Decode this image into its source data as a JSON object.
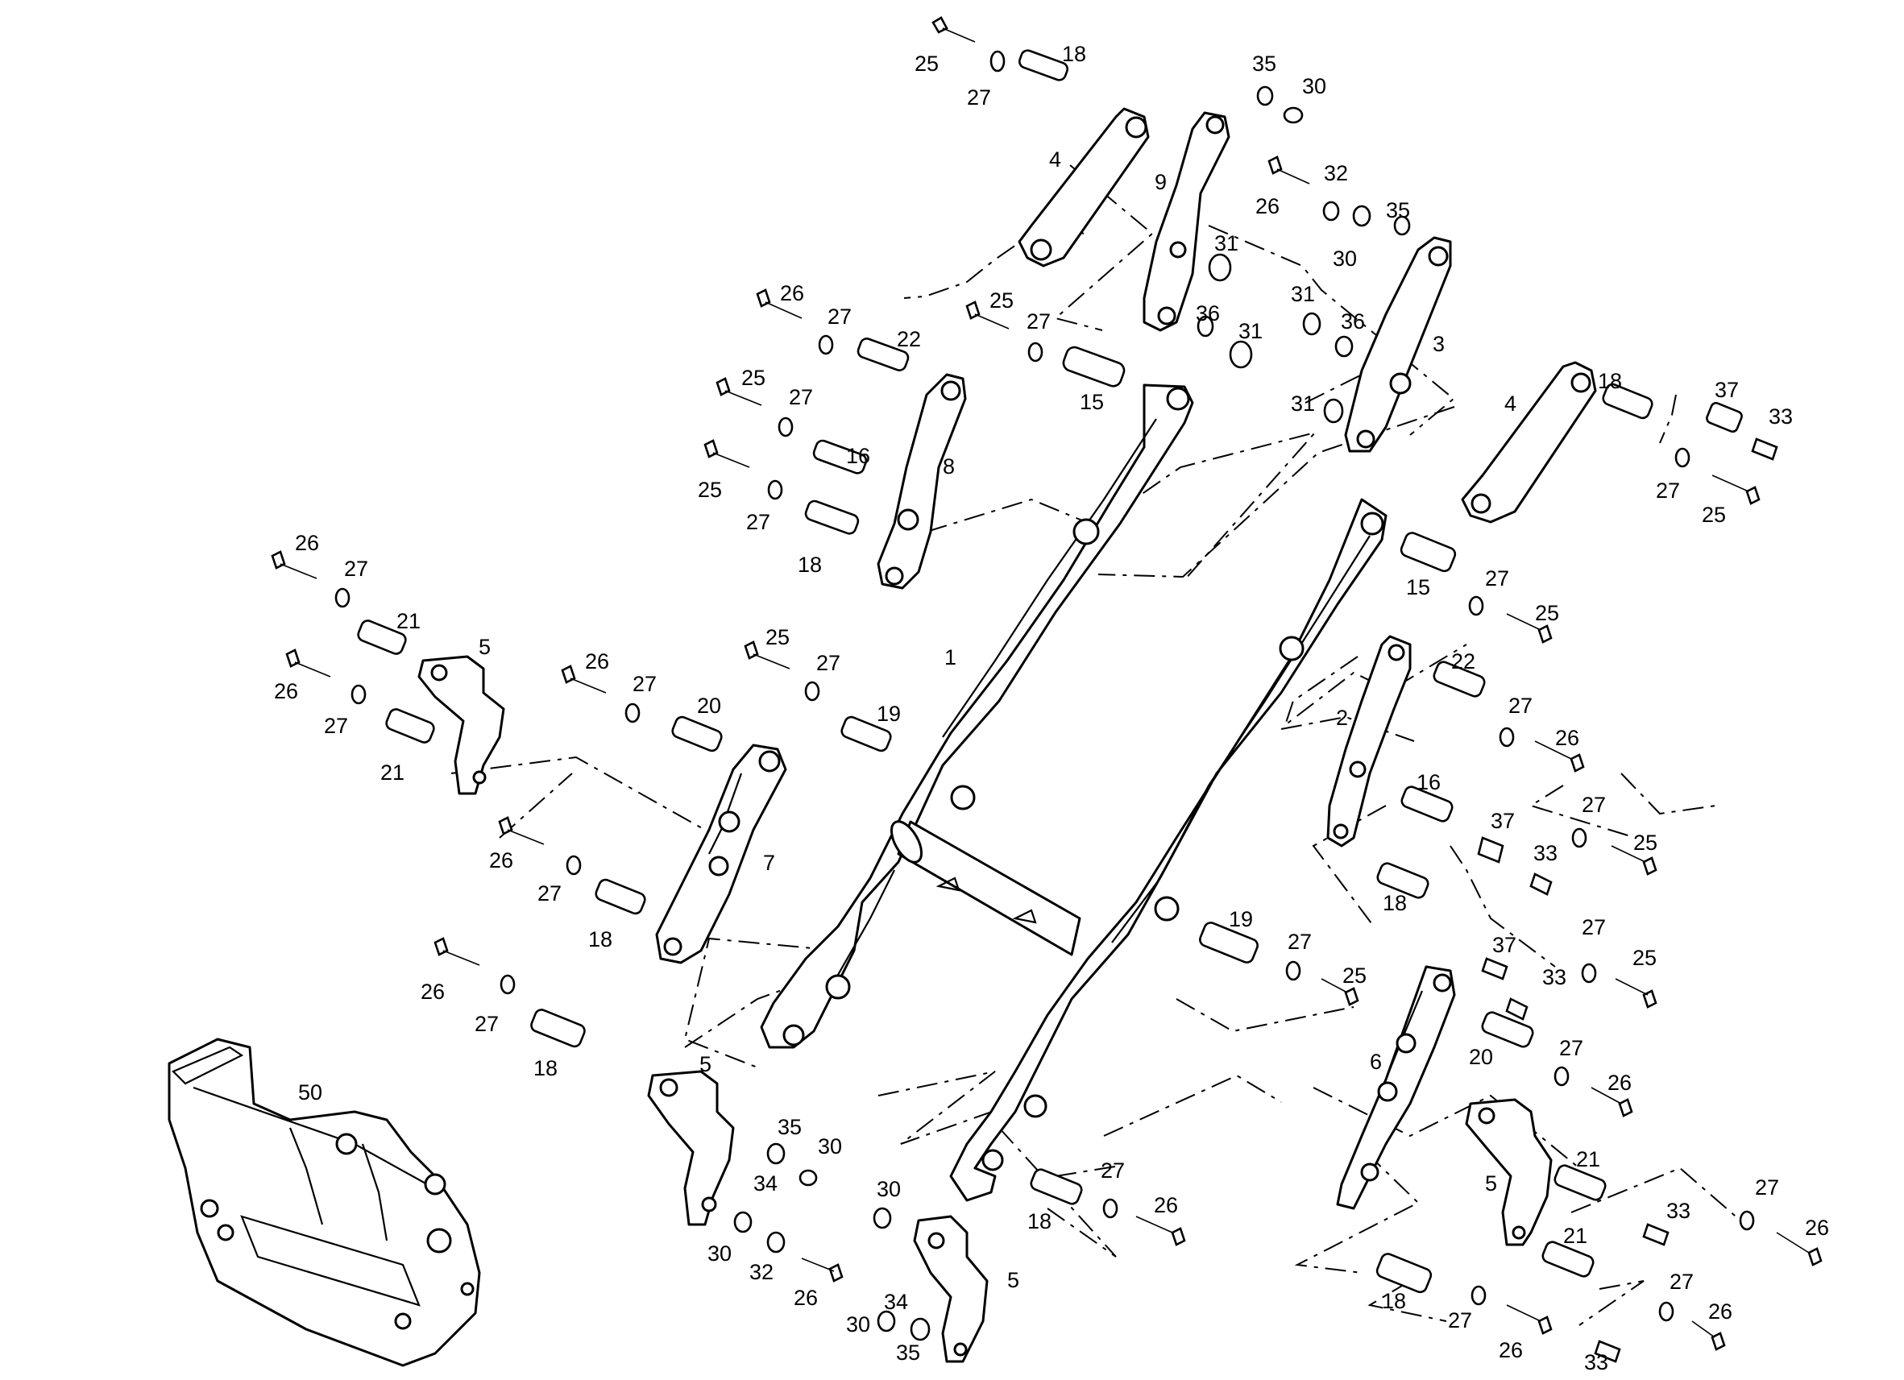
{
  "labels": [
    {
      "text": "25"
    },
    {
      "text": "27"
    },
    {
      "text": "18"
    },
    {
      "text": "4"
    },
    {
      "text": "35"
    },
    {
      "text": "30"
    },
    {
      "text": "9"
    },
    {
      "text": "26"
    },
    {
      "text": "32"
    },
    {
      "text": "30"
    },
    {
      "text": "35"
    },
    {
      "text": "31"
    },
    {
      "text": "31"
    },
    {
      "text": "36"
    },
    {
      "text": "31"
    },
    {
      "text": "36"
    },
    {
      "text": "31"
    },
    {
      "text": "3"
    },
    {
      "text": "26"
    },
    {
      "text": "27"
    },
    {
      "text": "22"
    },
    {
      "text": "25"
    },
    {
      "text": "27"
    },
    {
      "text": "15"
    },
    {
      "text": "25"
    },
    {
      "text": "27"
    },
    {
      "text": "16"
    },
    {
      "text": "8"
    },
    {
      "text": "25"
    },
    {
      "text": "27"
    },
    {
      "text": "18"
    },
    {
      "text": "4"
    },
    {
      "text": "18"
    },
    {
      "text": "37"
    },
    {
      "text": "33"
    },
    {
      "text": "27"
    },
    {
      "text": "25"
    },
    {
      "text": "26"
    },
    {
      "text": "27"
    },
    {
      "text": "21"
    },
    {
      "text": "5"
    },
    {
      "text": "26"
    },
    {
      "text": "27"
    },
    {
      "text": "21"
    },
    {
      "text": "26"
    },
    {
      "text": "27"
    },
    {
      "text": "20"
    },
    {
      "text": "25"
    },
    {
      "text": "27"
    },
    {
      "text": "19"
    },
    {
      "text": "1"
    },
    {
      "text": "7"
    },
    {
      "text": "26"
    },
    {
      "text": "27"
    },
    {
      "text": "18"
    },
    {
      "text": "15"
    },
    {
      "text": "27"
    },
    {
      "text": "25"
    },
    {
      "text": "2"
    },
    {
      "text": "22"
    },
    {
      "text": "27"
    },
    {
      "text": "26"
    },
    {
      "text": "16"
    },
    {
      "text": "27"
    },
    {
      "text": "25"
    },
    {
      "text": "37"
    },
    {
      "text": "33"
    },
    {
      "text": "18"
    },
    {
      "text": "37"
    },
    {
      "text": "27"
    },
    {
      "text": "25"
    },
    {
      "text": "33"
    },
    {
      "text": "19"
    },
    {
      "text": "27"
    },
    {
      "text": "25"
    },
    {
      "text": "26"
    },
    {
      "text": "27"
    },
    {
      "text": "18"
    },
    {
      "text": "50"
    },
    {
      "text": "5"
    },
    {
      "text": "35"
    },
    {
      "text": "30"
    },
    {
      "text": "34"
    },
    {
      "text": "30"
    },
    {
      "text": "32"
    },
    {
      "text": "26"
    },
    {
      "text": "30"
    },
    {
      "text": "5"
    },
    {
      "text": "30"
    },
    {
      "text": "34"
    },
    {
      "text": "35"
    },
    {
      "text": "27"
    },
    {
      "text": "26"
    },
    {
      "text": "18"
    },
    {
      "text": "6"
    },
    {
      "text": "20"
    },
    {
      "text": "27"
    },
    {
      "text": "26"
    },
    {
      "text": "21"
    },
    {
      "text": "5"
    },
    {
      "text": "33"
    },
    {
      "text": "27"
    },
    {
      "text": "26"
    },
    {
      "text": "18"
    },
    {
      "text": "21"
    },
    {
      "text": "27"
    },
    {
      "text": "26"
    },
    {
      "text": "27"
    },
    {
      "text": "26"
    },
    {
      "text": "33"
    }
  ]
}
